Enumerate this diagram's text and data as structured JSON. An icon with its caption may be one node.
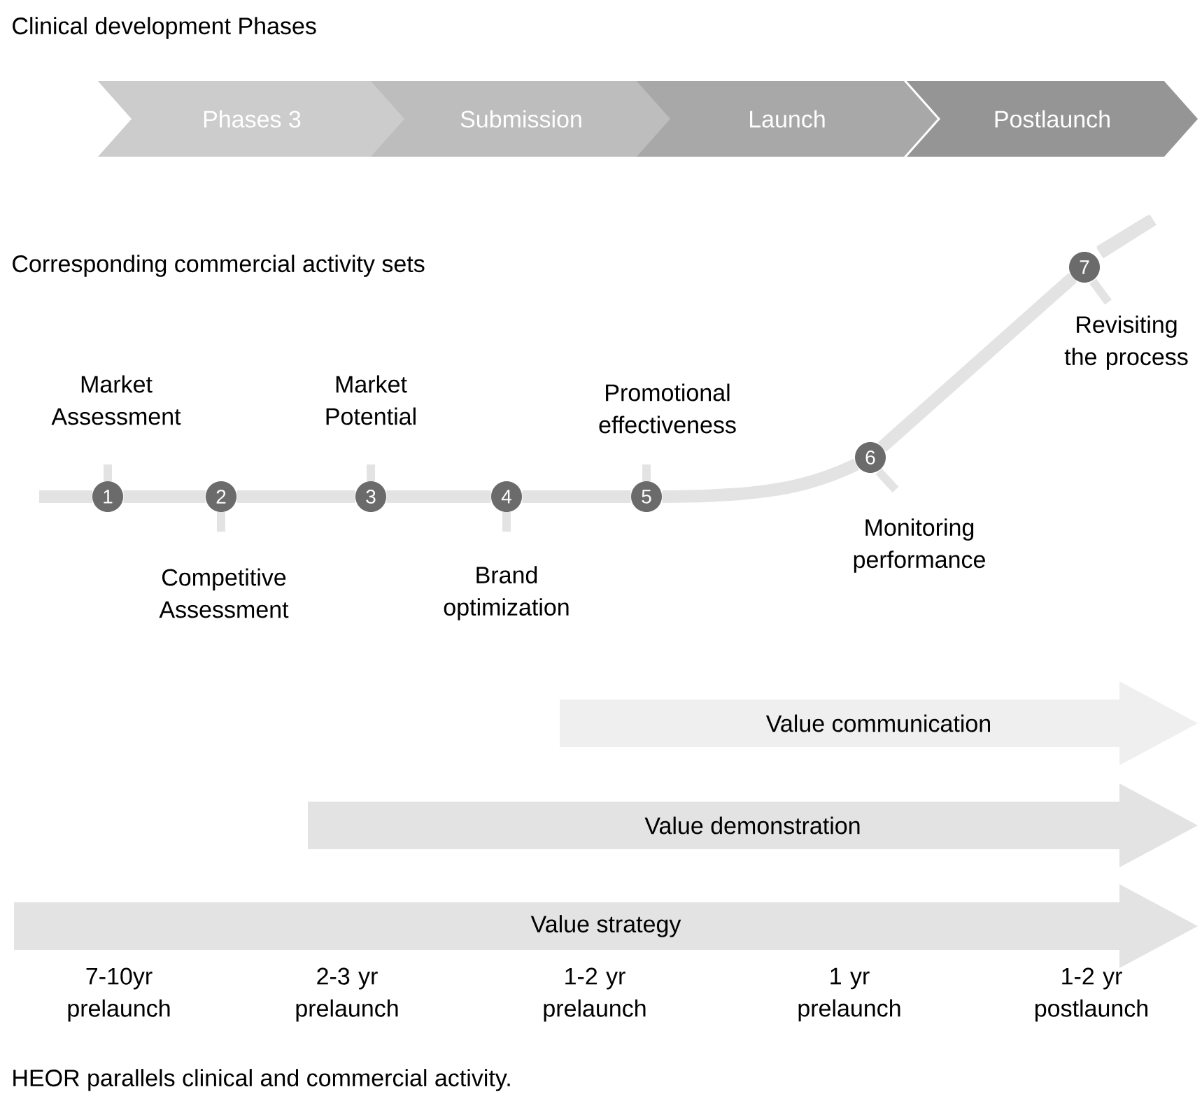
{
  "diagram": {
    "title": "Clinical development Phases",
    "caption": "HEOR parallels clinical and commercial activity.",
    "nodes": [
      {
        "text": [
          "Phases 3"
        ]
      },
      {
        "text": [
          "Submission"
        ]
      },
      {
        "text": [
          "Launch"
        ]
      },
      {
        "text": [
          "Postlaunch"
        ]
      },
      {
        "text": [
          "1"
        ],
        "beside": [
          "Market Assessment"
        ]
      },
      {
        "text": [
          "2"
        ],
        "beside": [
          "Competitive Assessment"
        ]
      },
      {
        "text": [
          "3"
        ],
        "beside": [
          "Market Potential"
        ]
      },
      {
        "text": [
          "4"
        ],
        "beside": [
          "Brand optimization"
        ]
      },
      {
        "text": [
          "5"
        ],
        "beside": [
          "Promotional effectiveness"
        ]
      },
      {
        "text": [
          "6"
        ],
        "beside": [
          "Monitoring performance"
        ]
      },
      {
        "text": [
          "7"
        ],
        "beside": [
          "Revisiting the process"
        ]
      },
      {
        "text": [
          "Value communication"
        ]
      },
      {
        "text": [
          "Value demonstration"
        ]
      },
      {
        "text": [
          "Value strategy"
        ]
      }
    ],
    "edges": [
      {
        "from": 4,
        "to": 5,
        "arrow": "none"
      },
      {
        "from": 5,
        "to": 6,
        "arrow": "none"
      },
      {
        "from": 6,
        "to": 7,
        "arrow": "none"
      },
      {
        "from": 7,
        "to": 8,
        "arrow": "none"
      },
      {
        "from": 8,
        "to": 9,
        "arrow": "none"
      },
      {
        "from": 9,
        "to": 10,
        "arrow": "none"
      }
    ],
    "labels": [
      "Corresponding commercial activity sets",
      "7-10yr prelaunch",
      "2-3 yr prelaunch",
      "1-2 yr prelaunch",
      "1 yr prelaunch",
      "1-2 yr postlaunch"
    ]
  }
}
